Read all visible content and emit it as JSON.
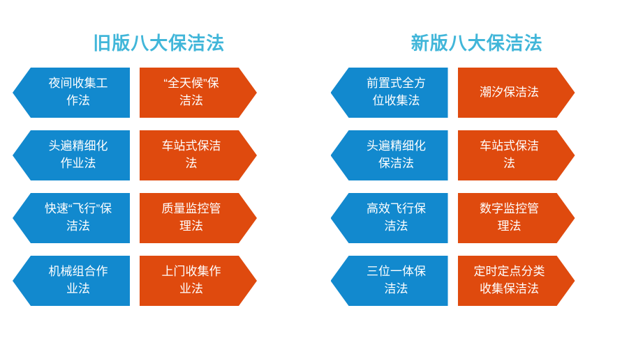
{
  "slide": {
    "background_color": "#FFFFFF",
    "title_color": "#41B6D9",
    "blue_color": "#1289CE",
    "orange_color": "#DF4A0E"
  },
  "panels": [
    {
      "title": "旧版八大保洁法",
      "rows": [
        {
          "blue": "夜间收集工\n作法",
          "orange": "“全天候”保\n洁法"
        },
        {
          "blue": "头遍精细化\n作业法",
          "orange": "车站式保洁\n法"
        },
        {
          "blue": "快速“飞行”保\n洁法",
          "orange": "质量监控管\n理法"
        },
        {
          "blue": "机械组合作\n业法",
          "orange": "上门收集作\n业法"
        }
      ]
    },
    {
      "title": "新版八大保洁法",
      "rows": [
        {
          "blue": "前置式全方\n位收集法",
          "orange": "潮汐保洁法"
        },
        {
          "blue": "头遍精细化\n保洁法",
          "orange": "车站式保洁\n法"
        },
        {
          "blue": "高效飞行保\n洁法",
          "orange": "数字监控管\n理法"
        },
        {
          "blue": "三位一体保\n洁法",
          "orange": "定时定点分类\n收集保洁法"
        }
      ]
    }
  ]
}
